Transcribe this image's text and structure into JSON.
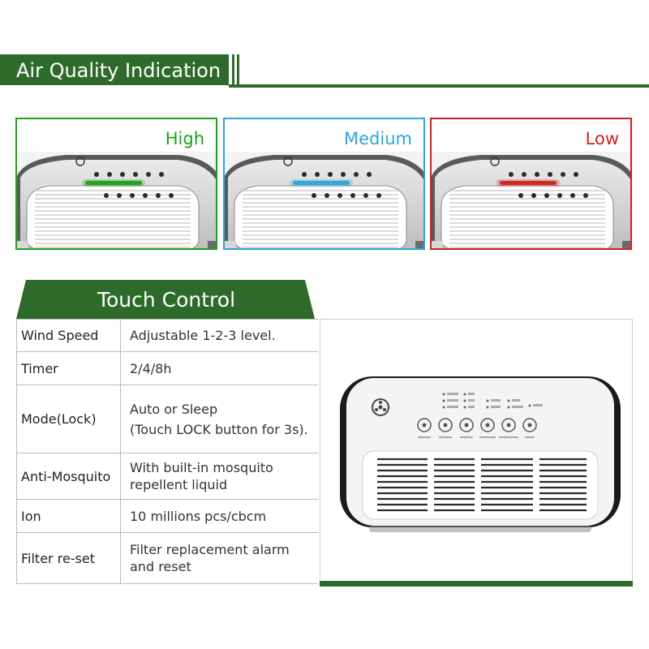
{
  "header": {
    "title": "Air Quality Indication"
  },
  "indicators": [
    {
      "label": "High",
      "color": "#1aa31a"
    },
    {
      "label": "Medium",
      "color": "#2aa6d8"
    },
    {
      "label": "Low",
      "color": "#d22020"
    }
  ],
  "touch_control": {
    "title": "Touch Control",
    "rows": [
      {
        "key": "Wind Speed",
        "lines": [
          "Adjustable 1-2-3 level."
        ]
      },
      {
        "key": "Timer",
        "lines": [
          "2/4/8h"
        ]
      },
      {
        "key": "Mode(Lock)",
        "lines": [
          "Auto or Sleep",
          "(Touch LOCK button for 3s)."
        ]
      },
      {
        "key": "Anti-Mosquito",
        "lines": [
          "With built-in mosquito",
          "repellent liquid"
        ]
      },
      {
        "key": "Ion",
        "lines": [
          "10 millions pcs/cbcm"
        ]
      },
      {
        "key": "Filter re-set",
        "lines": [
          "Filter replacement alarm",
          "and reset"
        ]
      }
    ]
  },
  "colors": {
    "brand_green": "#2e6b2b",
    "border_gray": "#bbbbbb"
  },
  "device_icons": [
    "power-icon",
    "fan-speed-icon",
    "timer-icon",
    "mode-icon",
    "mosquito-icon",
    "ion-icon"
  ]
}
